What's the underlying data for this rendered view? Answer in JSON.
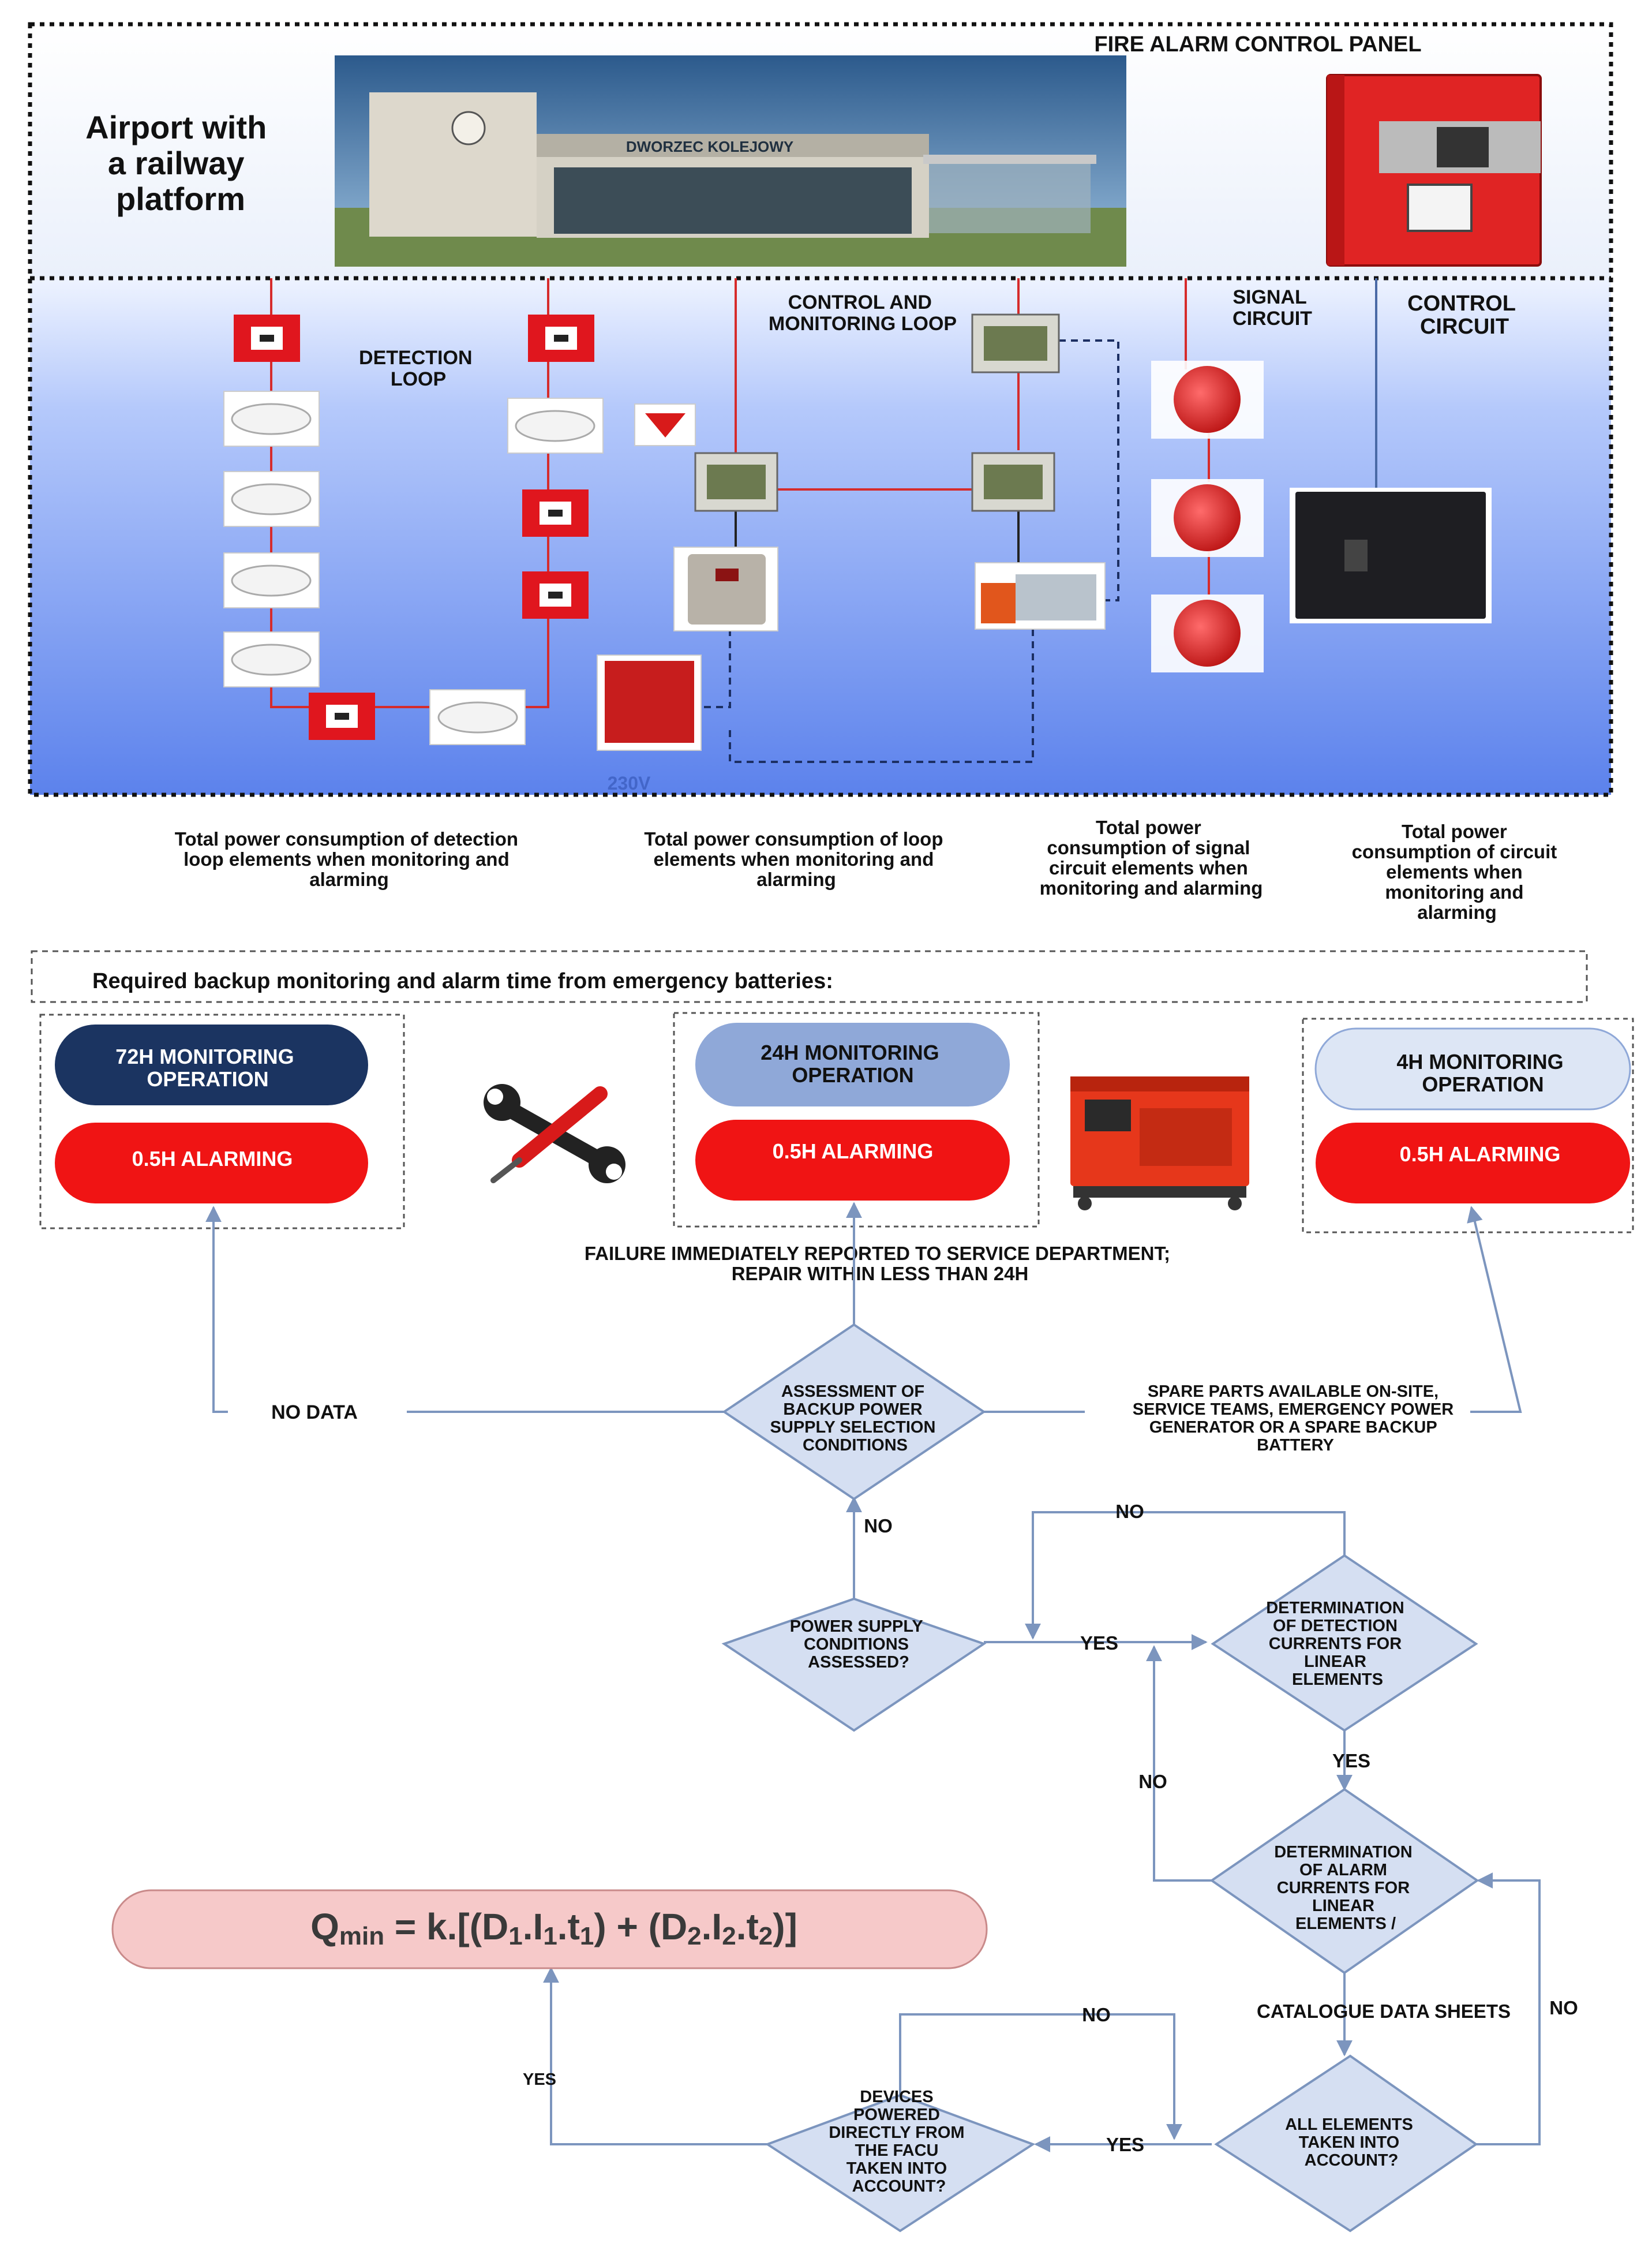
{
  "top": {
    "panel_title": "FIRE ALARM CONTROL PANEL",
    "site_title": [
      "Airport with",
      "a railway",
      "platform"
    ],
    "station_sign": "DWORZEC KOLEJOWY",
    "detection_loop": [
      "DETECTION",
      "LOOP"
    ],
    "control_loop": [
      "CONTROL AND",
      "MONITORING LOOP"
    ],
    "signal_circuit": [
      "SIGNAL",
      "CIRCUIT"
    ],
    "control_circuit": [
      "CONTROL",
      "CIRCUIT"
    ],
    "voltage": "230V"
  },
  "consumption": {
    "c1": [
      "Total power consumption of detection",
      "loop elements when monitoring and",
      "alarming"
    ],
    "c2": [
      "Total power consumption of loop",
      "elements when monitoring and",
      "alarming"
    ],
    "c3": [
      "Total power",
      "consumption of signal",
      "circuit elements when",
      "monitoring and alarming"
    ],
    "c4": [
      "Total power",
      "consumption of circuit",
      "elements when",
      "monitoring and",
      "alarming"
    ]
  },
  "backup": {
    "title": "Required backup monitoring and alarm time from emergency batteries:",
    "opt1_monitor": [
      "72H MONITORING",
      "OPERATION"
    ],
    "opt2_monitor": [
      "24H MONITORING",
      "OPERATION"
    ],
    "opt3_monitor": [
      "4H MONITORING",
      "OPERATION"
    ],
    "alarming": "0.5H ALARMING"
  },
  "flow": {
    "failure_note": [
      "FAILURE IMMEDIATELY REPORTED TO SERVICE DEPARTMENT;",
      "REPAIR WITHIN LESS THAN 24H"
    ],
    "no_data": "NO DATA",
    "assessment": [
      "ASSESSMENT OF",
      "BACKUP POWER",
      "SUPPLY SELECTION",
      "CONDITIONS"
    ],
    "spare_parts": [
      "SPARE PARTS AVAILABLE ON-SITE,",
      "SERVICE TEAMS, EMERGENCY POWER",
      "GENERATOR OR A SPARE BACKUP",
      "BATTERY"
    ],
    "power_assessed": [
      "POWER SUPPLY",
      "CONDITIONS",
      "ASSESSED?"
    ],
    "detection_currents": [
      "DETERMINATION",
      "OF DETECTION",
      "CURRENTS FOR",
      "LINEAR",
      "ELEMENTS"
    ],
    "alarm_currents": [
      "DETERMINATION",
      "OF ALARM",
      "CURRENTS FOR",
      "LINEAR",
      "ELEMENTS /"
    ],
    "catalogue": "CATALOGUE DATA SHEETS",
    "all_elements": [
      "ALL ELEMENTS",
      "TAKEN INTO",
      "ACCOUNT?"
    ],
    "devices_powered": [
      "DEVICES",
      "POWERED",
      "DIRECTLY FROM",
      "THE FACU",
      "TAKEN INTO",
      "ACCOUNT?"
    ],
    "yes": "YES",
    "no": "NO"
  },
  "formula": {
    "lead": "Q",
    "lead_sub": "min",
    "eq": " = k.[(D",
    "d1": "1",
    "i1": "I",
    "i1s": "1",
    "t1": "t",
    "t1s": "1",
    "mid": ") + (D",
    "d2": "2",
    "i2": "I",
    "i2s": "2",
    "t2": "t",
    "t2s": "2",
    "tail": ")]"
  },
  "colors": {
    "panel_blue": "#6f92ee",
    "dark_navy": "#1b3461",
    "mid_blue": "#8fa8d8",
    "light_blue": "#dde6f5",
    "alarm_red": "#f01414",
    "formula_pink": "#f6c9c9",
    "flow_line": "#7c95be"
  }
}
